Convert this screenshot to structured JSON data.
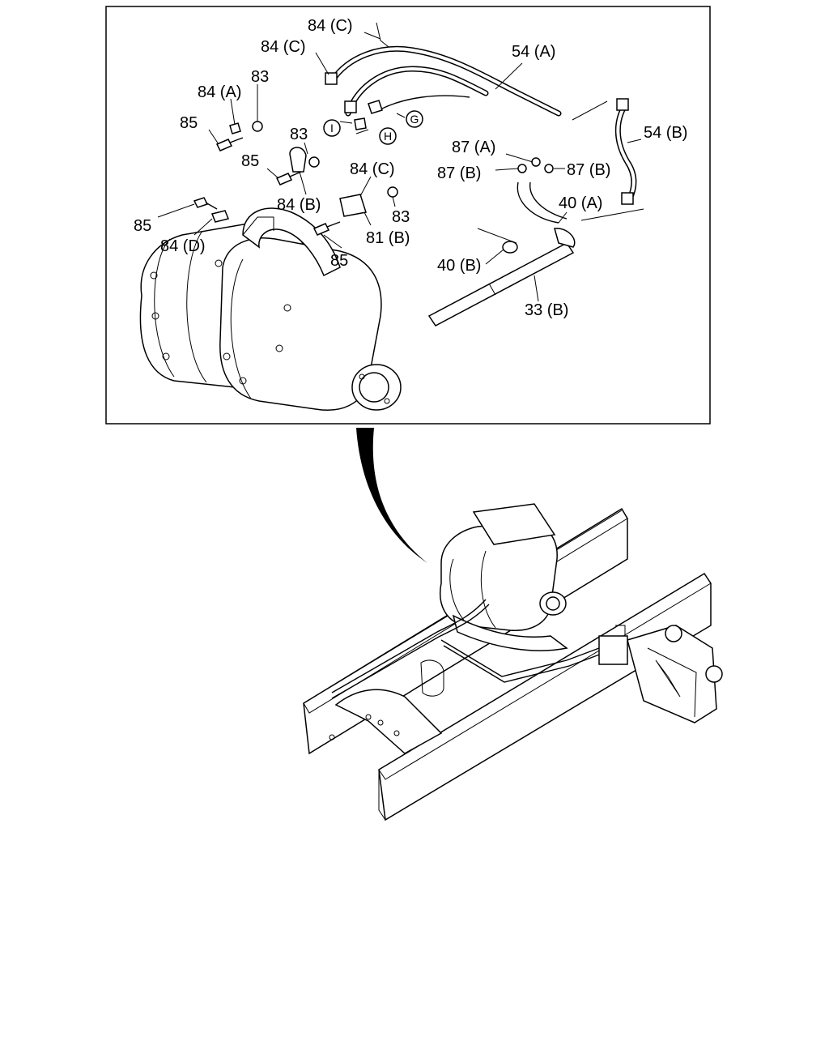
{
  "labels": {
    "l84c_top": "84 (C)",
    "l84c_left": "84 (C)",
    "l54a": "54 (A)",
    "l84a": "84 (A)",
    "l83_top": "83",
    "l85_a": "85",
    "l83_mid": "83",
    "l85_b": "85",
    "l84b": "84 (B)",
    "l84c_mid": "84 (C)",
    "l83_low": "83",
    "l81b": "81 (B)",
    "l85_c": "85",
    "l85_d": "85",
    "l84d": "84 (D)",
    "l87a": "87 (A)",
    "l87b_left": "87 (B)",
    "l87b_right": "87 (B)",
    "l54b": "54 (B)",
    "l40a": "40 (A)",
    "l40b": "40 (B)",
    "l33b": "33 (B)"
  },
  "callouts": {
    "g": "G",
    "h": "H",
    "i": "I"
  }
}
